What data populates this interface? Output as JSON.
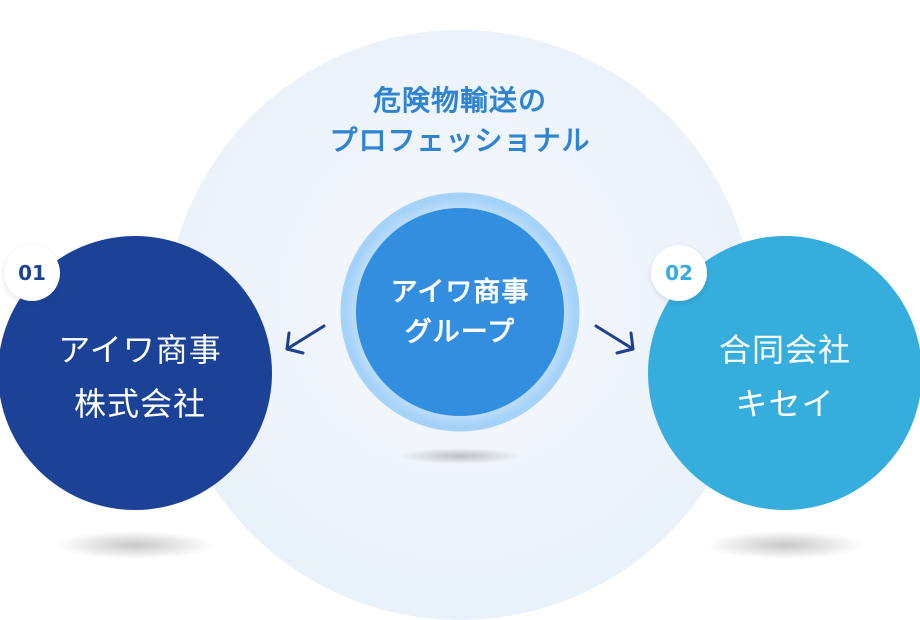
{
  "diagram": {
    "heading": [
      "危険物輸送の",
      "プロフェッショナル"
    ],
    "center": {
      "lines": [
        "アイワ商事",
        "グループ"
      ],
      "fill": "#348ee0",
      "ring": "#8ec6f6"
    },
    "left": {
      "badge": "01",
      "lines": [
        "アイワ商事",
        "株式会社"
      ],
      "fill": "#1c4298"
    },
    "right": {
      "badge": "02",
      "lines": [
        "合同会社",
        "キセイ"
      ],
      "fill": "#36aedd"
    },
    "colors": {
      "background_circle": "#eef5fb",
      "heading": "#2f84d2",
      "arrow": "#1d3f8c"
    }
  }
}
